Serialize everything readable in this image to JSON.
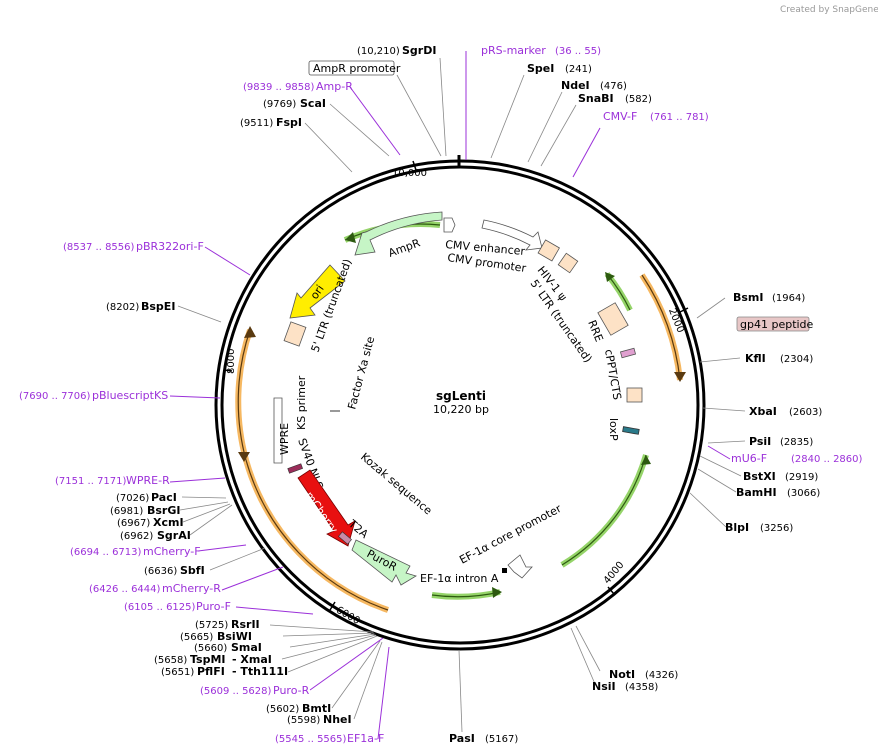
{
  "watermark": "Created by SnapGene",
  "plasmid": {
    "name": "sgLenti",
    "size": "10,220 bp"
  },
  "scale_ticks": [
    "10,000",
    "2000",
    "4000",
    "6000",
    "8000"
  ],
  "enzymes": [
    {
      "name": "SgrDI",
      "pos": "(10,210)"
    },
    {
      "name": "SpeI",
      "pos": "(241)"
    },
    {
      "name": "NdeI",
      "pos": "(476)"
    },
    {
      "name": "SnaBI",
      "pos": "(582)"
    },
    {
      "name": "ScaI",
      "pos": "(9769)"
    },
    {
      "name": "FspI",
      "pos": "(9511)"
    },
    {
      "name": "BsmI",
      "pos": "(1964)"
    },
    {
      "name": "KflI",
      "pos": "(2304)"
    },
    {
      "name": "BspEI",
      "pos": "(8202)"
    },
    {
      "name": "XbaI",
      "pos": "(2603)"
    },
    {
      "name": "PsiI",
      "pos": "(2835)"
    },
    {
      "name": "BstXI",
      "pos": "(2919)"
    },
    {
      "name": "BamHI",
      "pos": "(3066)"
    },
    {
      "name": "PacI",
      "pos": "(7026)"
    },
    {
      "name": "BsrGI",
      "pos": "(6981)"
    },
    {
      "name": "XcmI",
      "pos": "(6967)"
    },
    {
      "name": "SgrAI",
      "pos": "(6962)"
    },
    {
      "name": "BlpI",
      "pos": "(3256)"
    },
    {
      "name": "SbfI",
      "pos": "(6636)"
    },
    {
      "name": "RsrII",
      "pos": "(5725)"
    },
    {
      "name": "BsiWI",
      "pos": "(5665)"
    },
    {
      "name": "SmaI",
      "pos": "(5660)"
    },
    {
      "name": "TspMI",
      "pos": "(5658)"
    },
    {
      "name": "- XmaI",
      "pos": ""
    },
    {
      "name": "PflFI",
      "pos": "(5651)"
    },
    {
      "name": "- Tth111I",
      "pos": ""
    },
    {
      "name": "NotI",
      "pos": "(4326)"
    },
    {
      "name": "NsiI",
      "pos": "(4358)"
    },
    {
      "name": "BmtI",
      "pos": "(5602)"
    },
    {
      "name": "NheI",
      "pos": "(5598)"
    },
    {
      "name": "PasI",
      "pos": "(5167)"
    }
  ],
  "primers": [
    {
      "name": "pRS-marker",
      "range": "(36 .. 55)"
    },
    {
      "name": "Amp-R",
      "range": "(9839 .. 9858)"
    },
    {
      "name": "CMV-F",
      "range": "(761 .. 781)"
    },
    {
      "name": "pBR322ori-F",
      "range": "(8537 .. 8556)"
    },
    {
      "name": "pBluescriptKS",
      "range": "(7690 .. 7706)"
    },
    {
      "name": "mU6-F",
      "range": "(2840 .. 2860)"
    },
    {
      "name": "WPRE-R",
      "range": "(7151 .. 7171)"
    },
    {
      "name": "mCherry-F",
      "range": "(6694 .. 6713)"
    },
    {
      "name": "mCherry-R",
      "range": "(6426 .. 6444)"
    },
    {
      "name": "Puro-F",
      "range": "(6105 .. 6125)"
    },
    {
      "name": "Puro-R",
      "range": "(5609 .. 5628)"
    },
    {
      "name": "EF1a-F",
      "range": "(5545 .. 5565)"
    }
  ],
  "features": {
    "ampr_promoter": "AmpR promoter",
    "gp41": "gp41 peptide",
    "ampr": "AmpR",
    "ori": "ori",
    "cmv_enhancer": "CMV enhancer",
    "cmv_promoter": "CMV promoter",
    "hiv_psi": "HIV-1 ψ",
    "ltr5_right": "5' LTR (truncated)",
    "rre": "RRE",
    "cppt": "cPPT/CTS",
    "loxp": "loxP",
    "ltr5_left": "5' LTR (truncated)",
    "factor_xa": "Factor Xa site",
    "ks_primer": "KS primer",
    "wpre": "WPRE",
    "sv40": "SV40 NLS",
    "kozak": "Kozak sequence",
    "mcherry": "mCherry",
    "t2a": "T2A",
    "puror": "PuroR",
    "ef1a_core": "EF-1α core promoter",
    "ef1a_intron": "EF-1α intron A"
  },
  "colors": {
    "primer": "#9b30d9",
    "orf_orange": "#f4a63a",
    "orf_green": "#7ac943",
    "ampr_fill": "#c6f5c6",
    "ori_fill": "#ffee00",
    "mcherry_fill": "#e81010",
    "ltr_fill": "#fde2c6"
  }
}
